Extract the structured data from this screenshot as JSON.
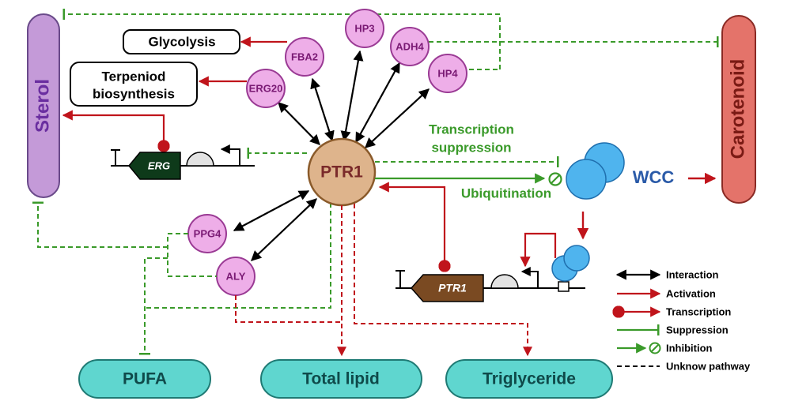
{
  "diagram": {
    "center": "PTR1",
    "proteins": {
      "hp3": "HP3",
      "adh4": "ADH4",
      "fba2": "FBA2",
      "hp4": "HP4",
      "erg20": "ERG20",
      "ppg4": "PPG4",
      "aly": "ALY"
    },
    "pathways": {
      "glycolysis": "Glycolysis",
      "terpenoid_line1": "Terpeniod",
      "terpenoid_line2": "biosynthesis"
    },
    "sides": {
      "sterol": "Sterol",
      "carotenoid": "Carotenoid"
    },
    "genes": {
      "erg": "ERG",
      "ptr1": "PTR1"
    },
    "wcc": "WCC",
    "labels": {
      "transcription_line1": "Transcription",
      "transcription_line2": "suppression",
      "ubiquitination": "Ubiquitination"
    },
    "outputs": {
      "pufa": "PUFA",
      "total_lipid": "Total lipid",
      "triglyceride": "Triglyceride"
    },
    "legend": [
      {
        "label": "Interaction",
        "color": "#000000"
      },
      {
        "label": "Activation",
        "color": "#c0141b"
      },
      {
        "label": "Transcription",
        "color": "#c0141b"
      },
      {
        "label": "Suppression",
        "color": "#3a9a2a"
      },
      {
        "label": "Inhibition",
        "color": "#3a9a2a"
      },
      {
        "label": "Unknow pathway",
        "color": "#000000"
      }
    ],
    "colors": {
      "red": "#c0141b",
      "green": "#3a9a2a",
      "protein_fill": "#eeaee8",
      "protein_stroke": "#9a3a94",
      "ptr1_fill": "#deb48c",
      "teal_fill": "#5fd6cf",
      "sterol_fill": "#c49ad8",
      "carotenoid_fill": "#e4736a",
      "wcc_fill": "#4fb4ee"
    }
  }
}
